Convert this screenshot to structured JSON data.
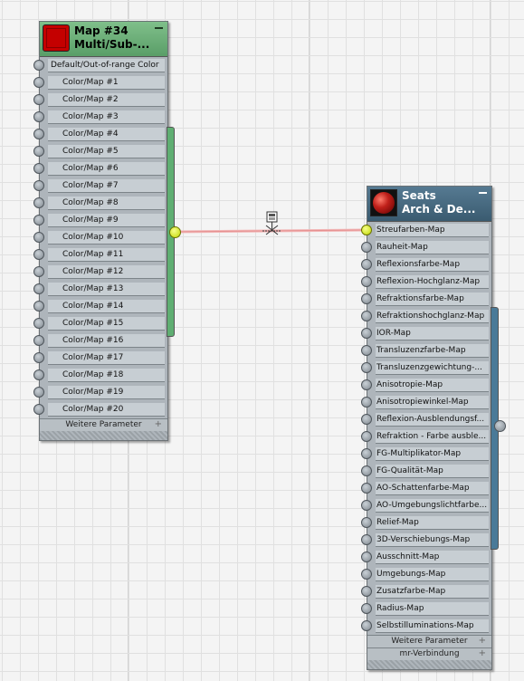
{
  "node_multi": {
    "title_line1": "Map #34",
    "title_line2": "Multi/Sub-...",
    "slots": [
      "Default/Out-of-range Color",
      "Color/Map #1",
      "Color/Map #2",
      "Color/Map #3",
      "Color/Map #4",
      "Color/Map #5",
      "Color/Map #6",
      "Color/Map #7",
      "Color/Map #8",
      "Color/Map #9",
      "Color/Map #10",
      "Color/Map #11",
      "Color/Map #12",
      "Color/Map #13",
      "Color/Map #14",
      "Color/Map #15",
      "Color/Map #16",
      "Color/Map #17",
      "Color/Map #18",
      "Color/Map #19",
      "Color/Map #20"
    ],
    "footer": "Weitere Parameter"
  },
  "node_seats": {
    "title_line1": "Seats",
    "title_line2": "Arch & De...",
    "slots": [
      "Streufarben-Map",
      "Rauheit-Map",
      "Reflexionsfarbe-Map",
      "Reflexion-Hochglanz-Map",
      "Refraktionsfarbe-Map",
      "Refraktionshochglanz-Map",
      "IOR-Map",
      "Transluzenzfarbe-Map",
      "Transluzenzgewichtung-...",
      "Anisotropie-Map",
      "Anisotropiewinkel-Map",
      "Reflexion-Ausblendungsf...",
      "Refraktion - Farbe ausble...",
      "FG-Multiplikator-Map",
      "FG-Qualität-Map",
      "AO-Schattenfarbe-Map",
      "AO-Umgebungslichtfarbe...",
      "Relief-Map",
      "3D-Verschiebungs-Map",
      "Ausschnitt-Map",
      "Umgebungs-Map",
      "Zusatzfarbe-Map",
      "Radius-Map",
      "Selbstilluminations-Map"
    ],
    "footer1": "Weitere Parameter",
    "footer2": "mr-Verbindung"
  },
  "colors": {
    "multi_header": "#6aae78",
    "seats_header": "#3f6378",
    "wire": "#f2b6b6",
    "active_socket": "#d8ec20"
  }
}
